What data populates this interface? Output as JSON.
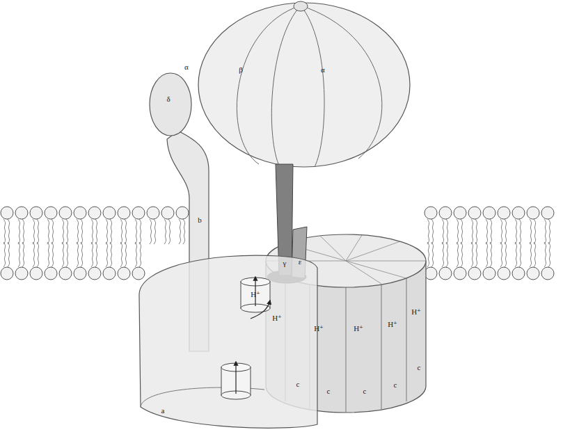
{
  "diagram": {
    "labels": [
      "α",
      "δ",
      "β",
      "α",
      "b",
      "γ",
      "ε",
      "H⁺",
      "H⁺",
      "H⁺",
      "H⁺",
      "H⁺",
      "H⁺",
      "c",
      "c",
      "c",
      "c",
      "c",
      "a"
    ]
  }
}
